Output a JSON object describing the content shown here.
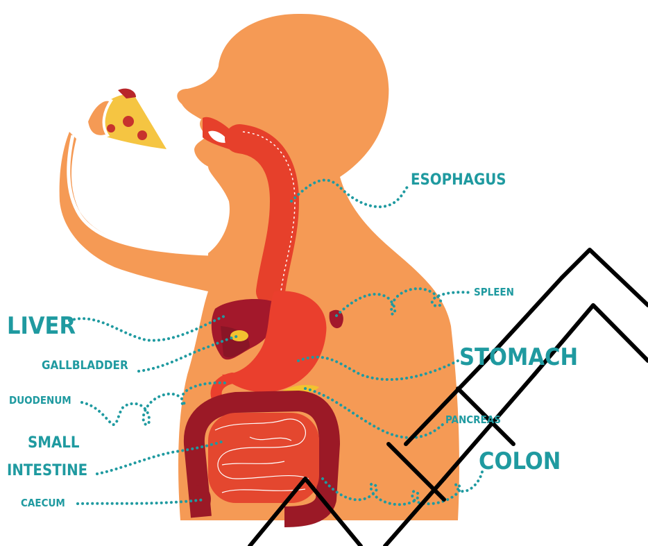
{
  "labels": {
    "esophagus": "ESOPHAGUS",
    "spleen": "SPLEEN",
    "liver": "LIVER",
    "stomach": "STOMACH",
    "gallbladder": "GALLBLADDER",
    "duodenum": "DUODENUM",
    "pancreas": "PANCREAS",
    "small_intestine_line1": "SMALL",
    "small_intestine_line2": "INTESTINE",
    "colon": "COLON",
    "caecum": "CAECUM"
  },
  "colors": {
    "body": "#f59a55",
    "esophagus": "#e6402b",
    "liver": "#a3182b",
    "stomach": "#ea3f2d",
    "intestine": "#e4472f",
    "colon": "#9b1926",
    "pancreas": "#f2c230",
    "gallbladder": "#f2c230",
    "label": "#1f9aa0",
    "watermark": "#000000"
  }
}
